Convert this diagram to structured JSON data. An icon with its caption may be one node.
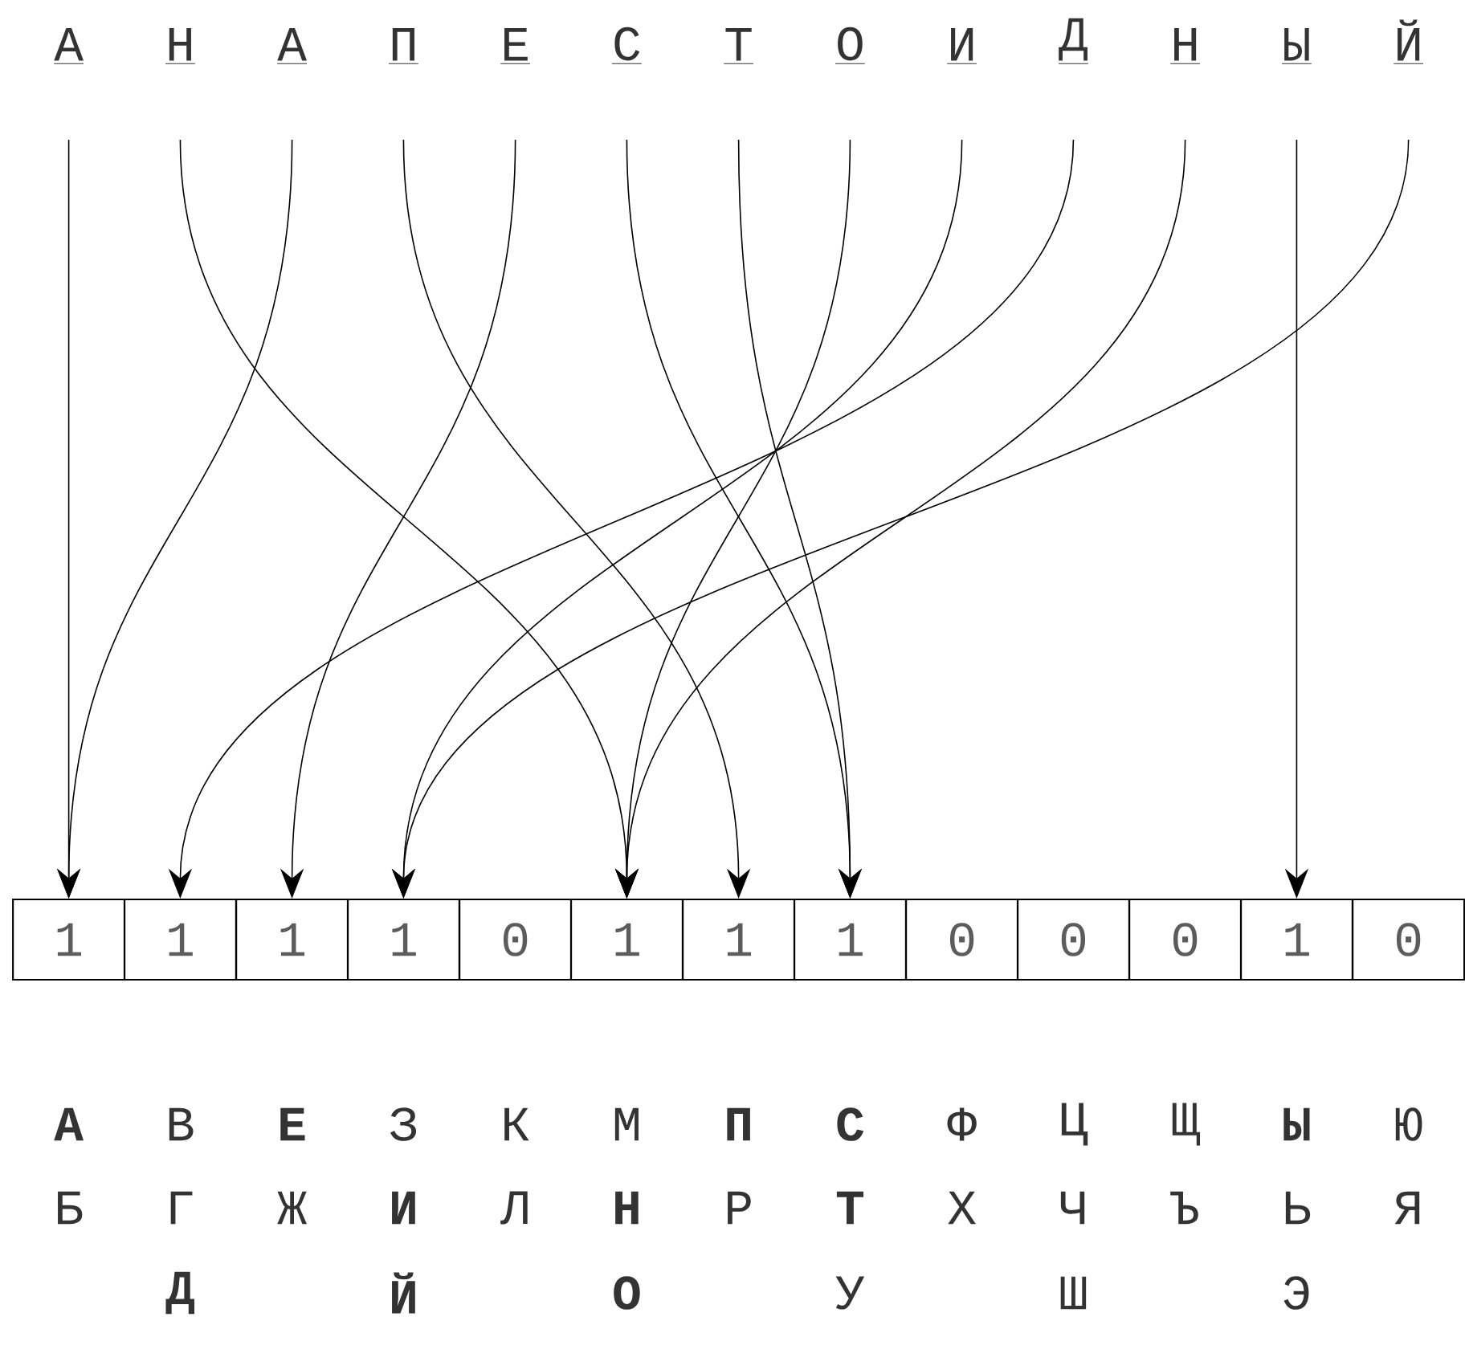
{
  "diagram": {
    "nodes": [
      {
        "text": [
          "А"
        ]
      },
      {
        "text": [
          "Н"
        ]
      },
      {
        "text": [
          "А"
        ]
      },
      {
        "text": [
          "П"
        ]
      },
      {
        "text": [
          "Е"
        ]
      },
      {
        "text": [
          "С"
        ]
      },
      {
        "text": [
          "Т"
        ]
      },
      {
        "text": [
          "О"
        ]
      },
      {
        "text": [
          "И"
        ]
      },
      {
        "text": [
          "Д"
        ]
      },
      {
        "text": [
          "Н"
        ]
      },
      {
        "text": [
          "Ы"
        ]
      },
      {
        "text": [
          "Й"
        ]
      },
      {
        "text": [
          "1"
        ]
      },
      {
        "text": [
          "1"
        ]
      },
      {
        "text": [
          "1"
        ]
      },
      {
        "text": [
          "1"
        ]
      },
      {
        "text": [
          "0"
        ]
      },
      {
        "text": [
          "1"
        ]
      },
      {
        "text": [
          "1"
        ]
      },
      {
        "text": [
          "1"
        ]
      },
      {
        "text": [
          "0"
        ]
      },
      {
        "text": [
          "0"
        ]
      },
      {
        "text": [
          "0"
        ]
      },
      {
        "text": [
          "1"
        ]
      },
      {
        "text": [
          "0"
        ]
      }
    ],
    "edges": [
      {
        "from": 0,
        "to": 13,
        "arrow": "to"
      },
      {
        "from": 1,
        "to": 18,
        "arrow": "to"
      },
      {
        "from": 2,
        "to": 13,
        "arrow": "to"
      },
      {
        "from": 3,
        "to": 19,
        "arrow": "to"
      },
      {
        "from": 4,
        "to": 15,
        "arrow": "to"
      },
      {
        "from": 5,
        "to": 20,
        "arrow": "to"
      },
      {
        "from": 6,
        "to": 20,
        "arrow": "to"
      },
      {
        "from": 7,
        "to": 18,
        "arrow": "to"
      },
      {
        "from": 8,
        "to": 16,
        "arrow": "to"
      },
      {
        "from": 9,
        "to": 14,
        "arrow": "to"
      },
      {
        "from": 10,
        "to": 18,
        "arrow": "to"
      },
      {
        "from": 11,
        "to": 24,
        "arrow": "to"
      },
      {
        "from": 12,
        "to": 16,
        "arrow": "to"
      }
    ],
    "labels": [
      "А",
      "В",
      "Е",
      "З",
      "К",
      "М",
      "П",
      "С",
      "Ф",
      "Ц",
      "Щ",
      "Ы",
      "Ю",
      "Б",
      "Г",
      "Ж",
      "И",
      "Л",
      "Н",
      "Р",
      "Т",
      "Х",
      "Ч",
      "Ъ",
      "Ь",
      "Я",
      "Д",
      "Й",
      "О",
      "У",
      "Ш",
      "Э"
    ]
  }
}
